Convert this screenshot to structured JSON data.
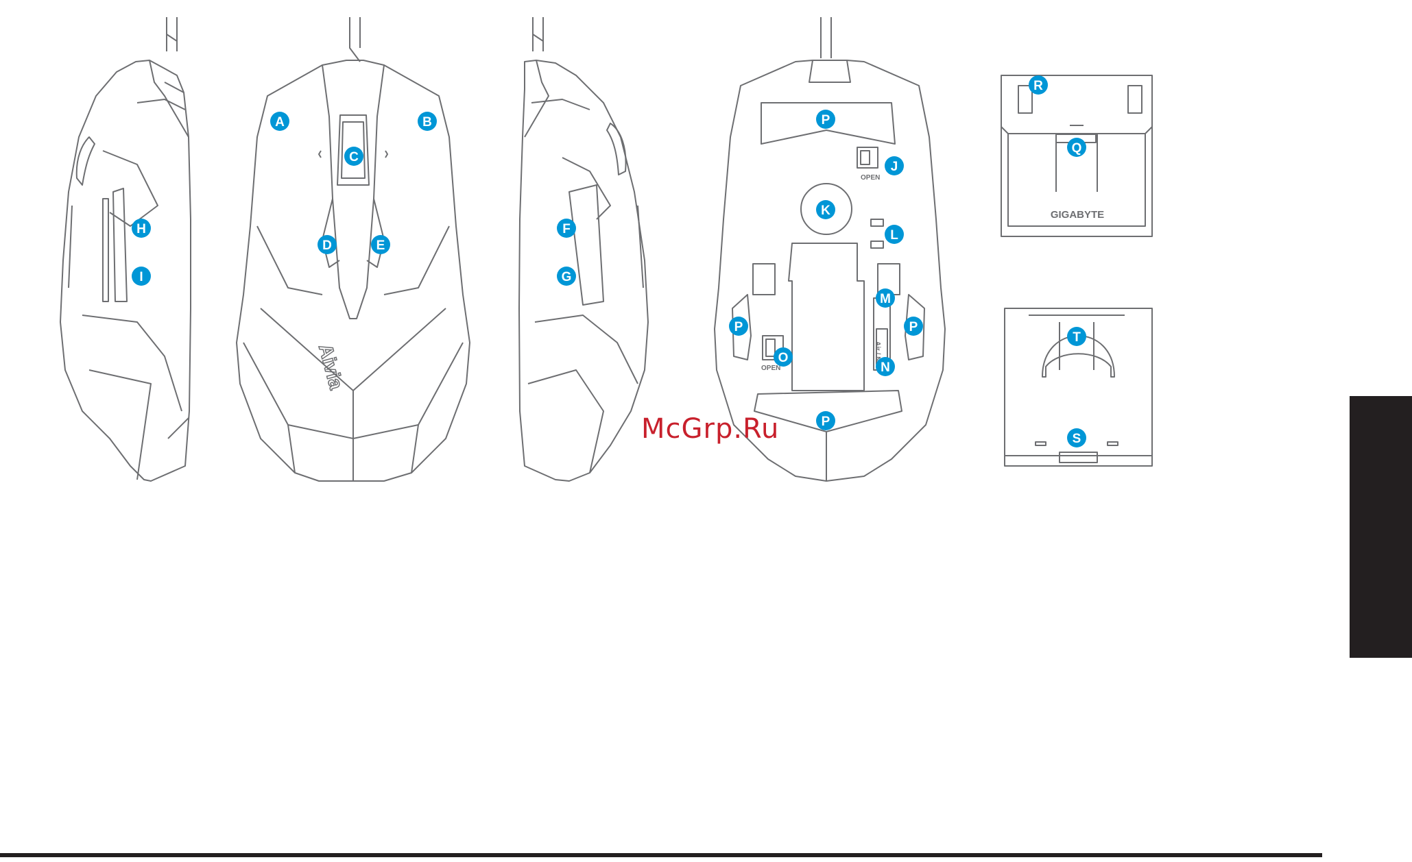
{
  "callouts": {
    "A": "A",
    "B": "B",
    "C": "C",
    "D": "D",
    "E": "E",
    "F": "F",
    "G": "G",
    "H": "H",
    "I": "I",
    "J": "J",
    "K": "K",
    "L": "L",
    "M": "M",
    "N": "N",
    "O": "O",
    "P": "P",
    "Q": "Q",
    "R": "R",
    "S": "S",
    "T": "T"
  },
  "labels": {
    "mouse_brand": "Aivia",
    "dock_brand": "GIGABYTE",
    "open_label": "OPEN",
    "switch_label": "Air / Nb"
  },
  "watermark": "McGrp.Ru",
  "colors": {
    "callout_fill": "#0096d6",
    "callout_text": "#ffffff",
    "line": "#6d6e71",
    "dark_tab": "#231f20",
    "watermark": "#c8202c"
  }
}
